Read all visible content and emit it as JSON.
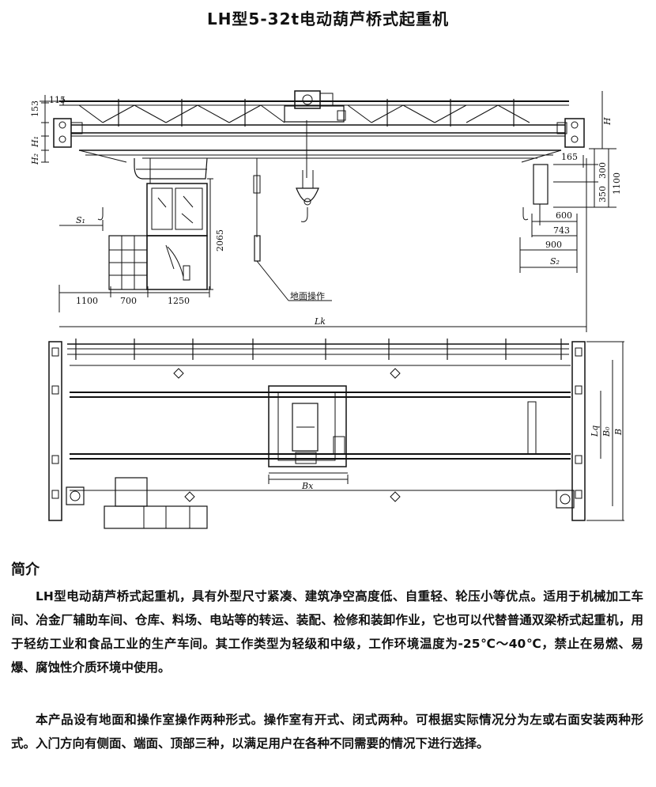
{
  "title": "LH型5-32t电动葫芦桥式起重机",
  "side_view": {
    "dim_top_115": "115",
    "dim_153": "153",
    "dim_h": "H",
    "dim_h1": "H₁",
    "dim_h2": "H₂",
    "dim_165": "165",
    "dim_300": "300",
    "dim_350": "350",
    "dim_1100_right": "1100",
    "dim_2065": "2065",
    "dim_s1": "S₁",
    "dim_s2": "S₂",
    "dim_600": "600",
    "dim_743": "743",
    "dim_900": "900",
    "dim_bottom_1100": "1100",
    "dim_bottom_700": "700",
    "dim_bottom_1250": "1250",
    "ground_operation_label": "地面操作",
    "dim_lk": "Lk"
  },
  "plan_view": {
    "dim_bx": "Bx",
    "dim_lq": "Lq",
    "dim_b0": "B₀",
    "dim_b": "B"
  },
  "intro": {
    "heading": "简介",
    "paragraph_1": "LH型电动葫芦桥式起重机，具有外型尺寸紧凑、建筑净空高度低、自重轻、轮压小等优点。适用于机械加工车间、冶金厂辅助车间、仓库、料场、电站等的转运、装配、检修和装卸作业，它也可以代替普通双梁桥式起重机，用于轻纺工业和食品工业的生产车间。其工作类型为轻级和中级，工作环境温度为-25℃～40℃，禁止在易燃、易爆、腐蚀性介质环境中使用。",
    "paragraph_2": "本产品设有地面和操作室操作两种形式。操作室有开式、闭式两种。可根据实际情况分为左或右面安装两种形式。入门方向有侧面、端面、顶部三种，以满足用户在各种不同需要的情况下进行选择。"
  }
}
